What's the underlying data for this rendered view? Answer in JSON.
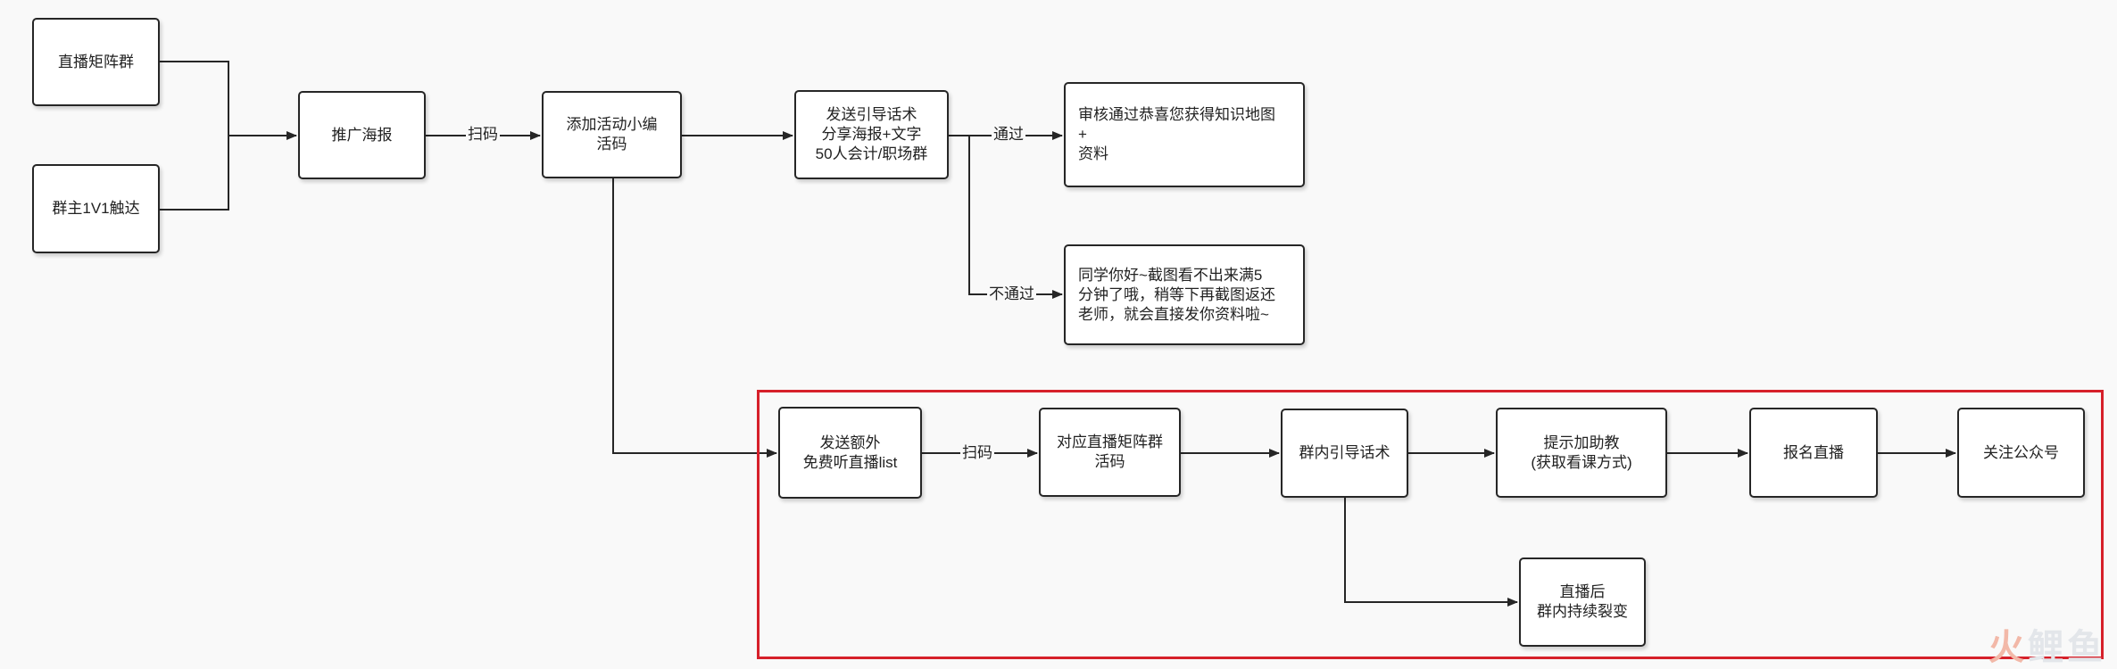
{
  "diagram": {
    "nodes": {
      "live_matrix": "直播矩阵群",
      "owner_1v1": "群主1V1触达",
      "promo_poster": "推广海报",
      "add_editor": "添加活动小编\n活码",
      "send_guide": "发送引导话术\n分享海报+文字\n50人会计/职场群",
      "pass_result": "审核通过恭喜您获得知识地图\n+\n资料",
      "fail_result": "同学你好~截图看不出来满5\n分钟了哦，稍等下再截图返还\n老师，就会直接发你资料啦~",
      "extra_list": "发送额外\n免费听直播list",
      "matrix_code": "对应直播矩阵群\n活码",
      "group_guide": "群内引导话术",
      "add_assistant": "提示加助教\n(获取看课方式)",
      "register_live": "报名直播",
      "follow_account": "关注公众号",
      "after_live": "直播后\n群内持续裂变"
    },
    "edge_labels": {
      "scan_1": "扫码",
      "pass": "通过",
      "fail": "不通过",
      "scan_2": "扫码"
    },
    "colors": {
      "highlight": "#d6202a",
      "line": "#262626"
    }
  },
  "watermark": {
    "part1": "火",
    "part2": "鲤鱼"
  }
}
